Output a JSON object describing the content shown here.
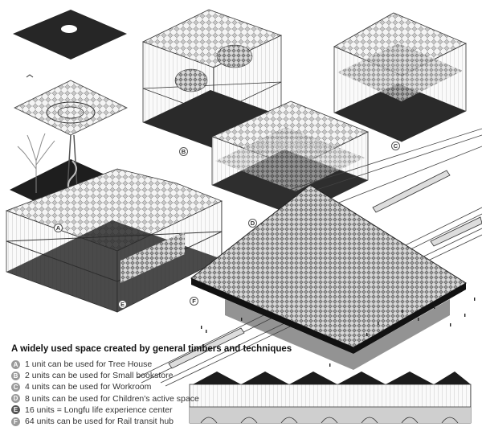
{
  "legend": {
    "title": "A widely used space created by general timbers and techniques",
    "items": [
      {
        "badge": "A",
        "text": "1 unit can be used for Tree House"
      },
      {
        "badge": "B",
        "text": "2 units can be used for Small bookstore"
      },
      {
        "badge": "C",
        "text": "4 units can be used for Workroom"
      },
      {
        "badge": "D",
        "text": "8 units can be used for Children's active space"
      },
      {
        "badge": "E",
        "text": "16 units  =  Longfu life experience center"
      },
      {
        "badge": "F",
        "text": "64 units can be used for Rail transit hub"
      }
    ]
  },
  "markers": {
    "a": "A",
    "b": "B",
    "c": "C",
    "d": "D",
    "e": "E",
    "f": "F"
  },
  "colors": {
    "ink": "#222222",
    "dark": "#2a2a2a",
    "grid": "#777777",
    "badge": "#9a9a9a"
  }
}
